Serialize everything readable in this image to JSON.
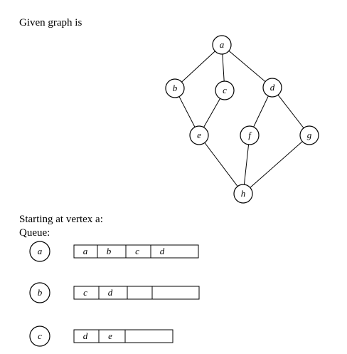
{
  "heading": "Given graph is",
  "start_text": "Starting at vertex a:",
  "queue_text": "Queue:",
  "graph": {
    "nodes": [
      "a",
      "b",
      "c",
      "d",
      "e",
      "f",
      "g",
      "h"
    ],
    "edges": [
      [
        "a",
        "b"
      ],
      [
        "a",
        "c"
      ],
      [
        "a",
        "d"
      ],
      [
        "b",
        "e"
      ],
      [
        "c",
        "e"
      ],
      [
        "d",
        "f"
      ],
      [
        "d",
        "g"
      ],
      [
        "e",
        "h"
      ],
      [
        "f",
        "h"
      ],
      [
        "g",
        "h"
      ]
    ]
  },
  "steps": [
    {
      "vertex": "a",
      "queue": [
        "a",
        "b",
        "c",
        "d",
        ""
      ]
    },
    {
      "vertex": "b",
      "queue": [
        "c",
        "d",
        "",
        ""
      ]
    },
    {
      "vertex": "c",
      "queue": [
        "d",
        "e",
        ""
      ]
    }
  ]
}
